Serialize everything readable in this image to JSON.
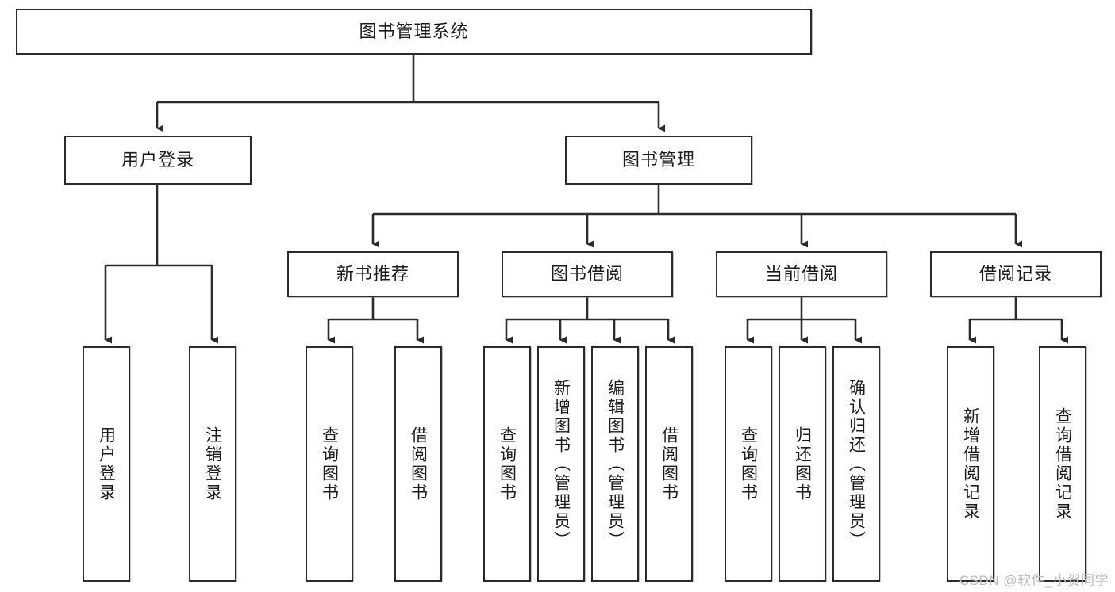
{
  "diagram": {
    "title": "图书管理系统",
    "type": "tree-hierarchy",
    "watermark": "CSDN @软件_小贺同学",
    "colors": {
      "stroke": "#2b2b2b",
      "fill": "#ffffff",
      "text": "#1c1c1c",
      "watermark": "#b9b9b9"
    },
    "root": {
      "id": "root",
      "label": "图书管理系统"
    },
    "level2": [
      {
        "id": "user-login",
        "label": "用户登录"
      },
      {
        "id": "book-manage",
        "label": "图书管理"
      }
    ],
    "level3": [
      {
        "id": "new-book-recommend",
        "label": "新书推荐",
        "parent": "book-manage"
      },
      {
        "id": "book-borrow",
        "label": "图书借阅",
        "parent": "book-manage"
      },
      {
        "id": "current-borrow",
        "label": "当前借阅",
        "parent": "book-manage"
      },
      {
        "id": "borrow-record",
        "label": "借阅记录",
        "parent": "book-manage"
      }
    ],
    "leaves": {
      "user_login": [
        {
          "id": "leaf-user-login",
          "label": "用户登录"
        },
        {
          "id": "leaf-user-logout",
          "label": "注销登录"
        }
      ],
      "new_book_recommend": [
        {
          "id": "leaf-query-book-1",
          "label": "查询图书"
        },
        {
          "id": "leaf-borrow-book-1",
          "label": "借阅图书"
        }
      ],
      "book_borrow": [
        {
          "id": "leaf-query-book-2",
          "label": "查询图书"
        },
        {
          "id": "leaf-add-book",
          "label": "新增图书（管理员）"
        },
        {
          "id": "leaf-edit-book",
          "label": "编辑图书（管理员）"
        },
        {
          "id": "leaf-borrow-book-2",
          "label": "借阅图书"
        }
      ],
      "current_borrow": [
        {
          "id": "leaf-query-book-3",
          "label": "查询图书"
        },
        {
          "id": "leaf-return-book",
          "label": "归还图书"
        },
        {
          "id": "leaf-confirm-return",
          "label": "确认归还（管理员）"
        }
      ],
      "borrow_record": [
        {
          "id": "leaf-add-record",
          "label": "新增借阅记录"
        },
        {
          "id": "leaf-query-record",
          "label": "查询借阅记录"
        }
      ]
    }
  }
}
